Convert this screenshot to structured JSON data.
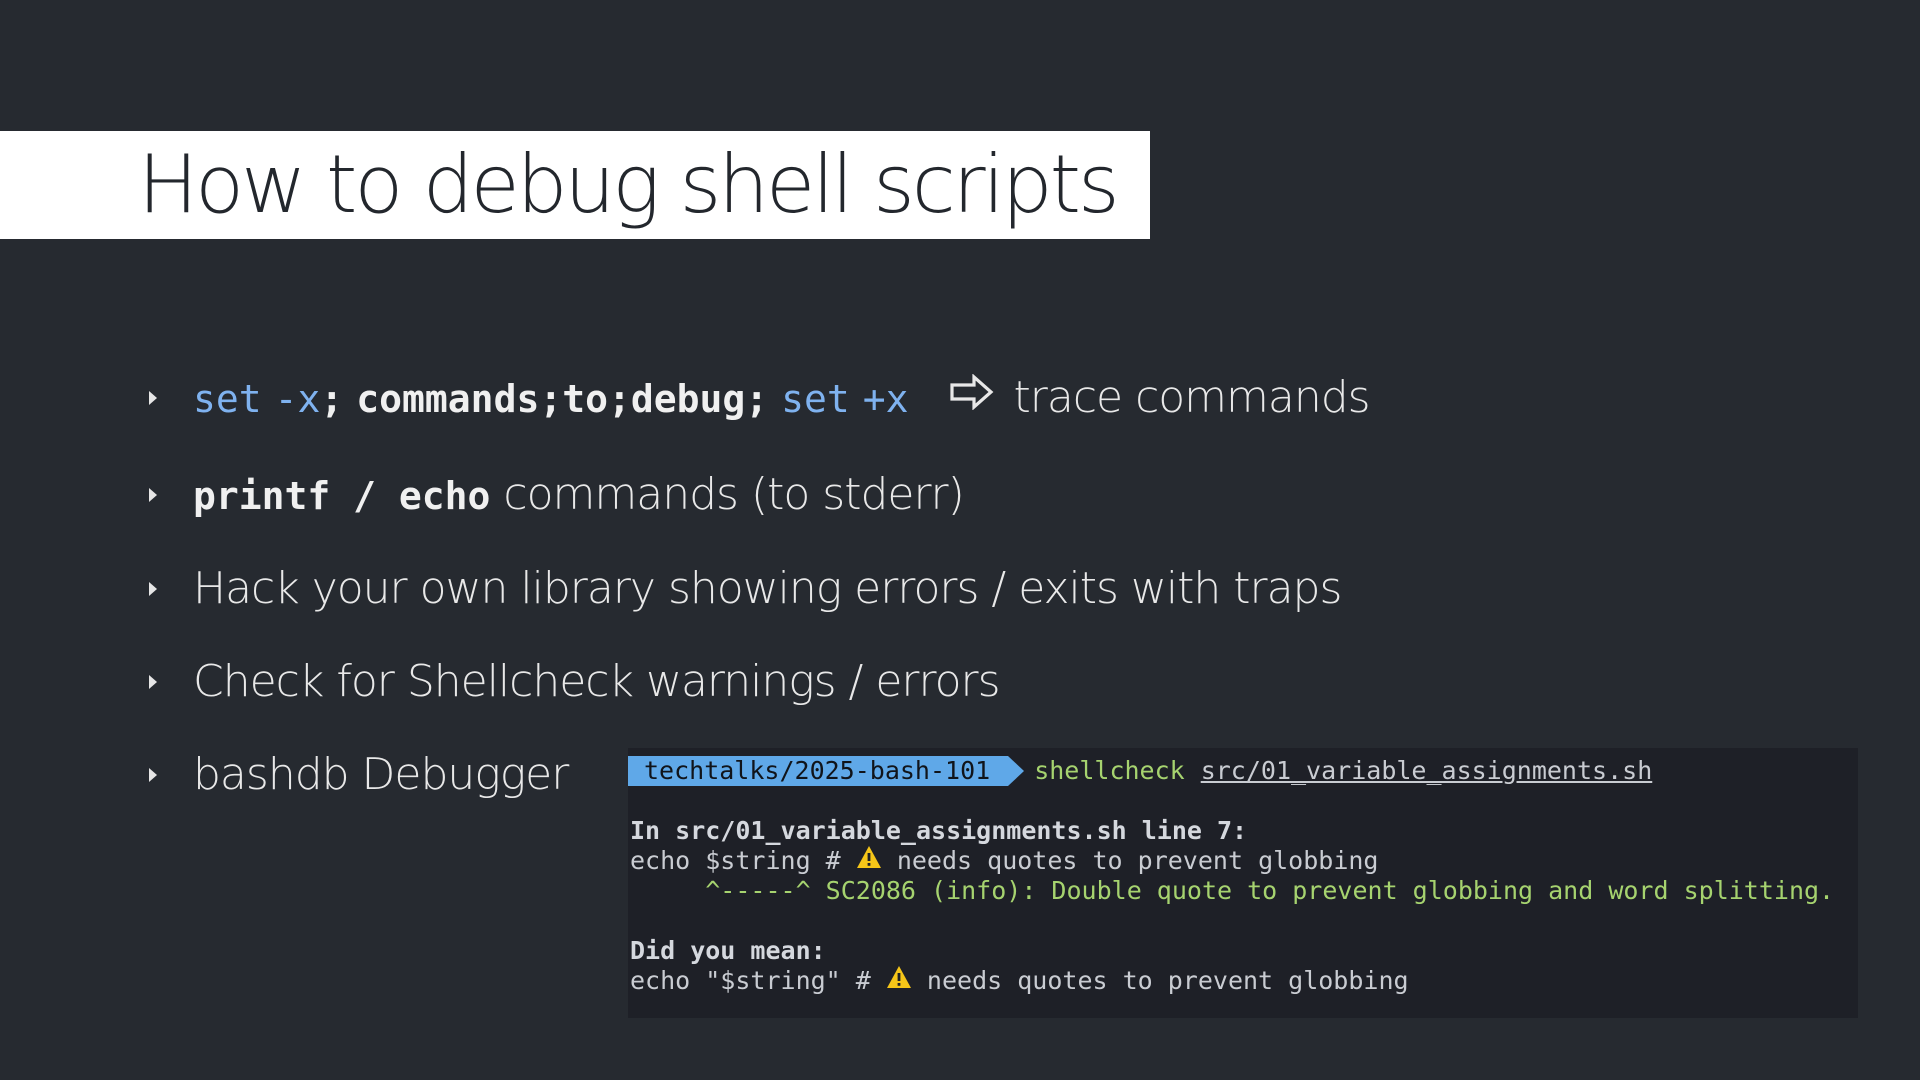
{
  "slide": {
    "title": "How to debug shell scripts"
  },
  "bullets": [
    {
      "code_parts": [
        "set",
        "-x",
        ";",
        "commands;to;debug;",
        "set",
        "+x"
      ],
      "arrow_icon": "right-arrow-icon",
      "text": "trace commands"
    },
    {
      "code": "printf / echo",
      "text": "commands (to stderr)"
    },
    {
      "text": "Hack your own library showing errors / exits with traps"
    },
    {
      "text": "Check for Shellcheck warnings / errors"
    },
    {
      "text": "bashdb Debugger"
    }
  ],
  "terminal": {
    "prompt_path": "techtalks/2025-bash-101",
    "command": "shellcheck",
    "argument": "src/01_variable_assignments.sh",
    "header_line": "In src/01_variable_assignments.sh line 7:",
    "code_line_prefix": "echo $string # ",
    "code_line_suffix": " needs quotes to prevent globbing",
    "pointer_line": "     ^-----^ SC2086 (info): Double quote to prevent globbing and word splitting.",
    "did_you_mean": "Did you mean:",
    "fixed_line_prefix": "echo \"$string\" # ",
    "fixed_line_suffix": " needs quotes to prevent globbing",
    "warning_icon": "warning-icon",
    "colors": {
      "background": "#1e2027",
      "prompt_bg": "#5fa8e8",
      "command": "#a6d36f",
      "info": "#a6d36f",
      "warning": "#f5c518"
    }
  },
  "colors": {
    "slide_bg": "#262a30",
    "title_bg": "#ffffff",
    "keyword": "#7fb2ef"
  }
}
